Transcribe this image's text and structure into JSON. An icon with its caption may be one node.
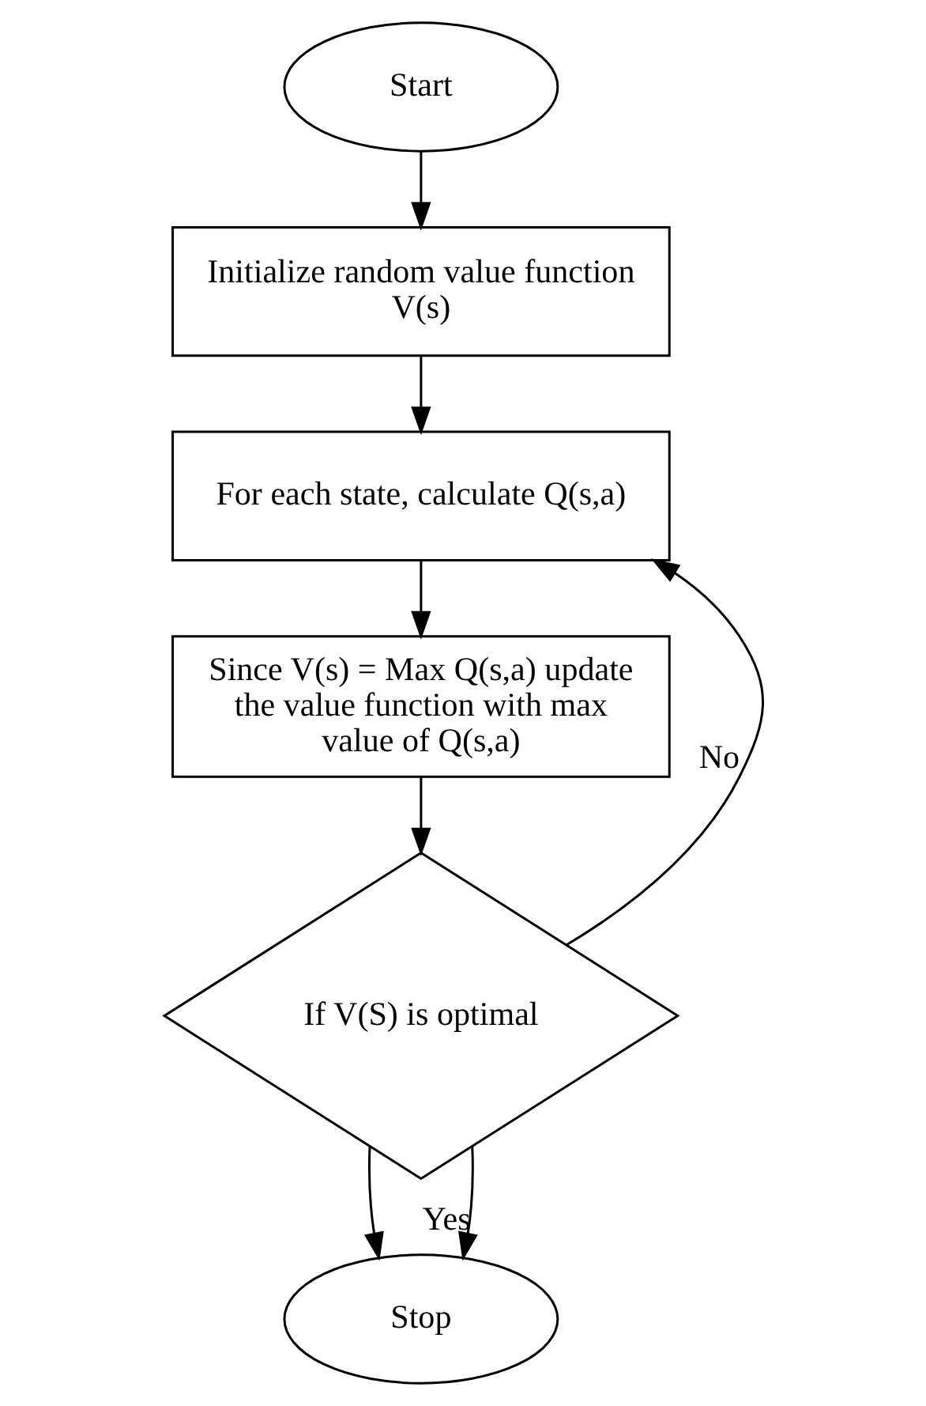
{
  "diagram": {
    "nodes": [
      {
        "text": [
          "Start"
        ]
      },
      {
        "text": [
          "Initialize random value function V(s)"
        ]
      },
      {
        "text": [
          "For each state, calculate Q(s,a)"
        ]
      },
      {
        "text": [
          "Since V(s) = Max Q(s,a) update the value function with max value of Q(s,a)"
        ]
      },
      {
        "text": [
          "If V(S) is optimal"
        ]
      },
      {
        "text": [
          "Stop"
        ]
      }
    ],
    "edges": [
      {
        "from": 0,
        "to": 1,
        "arrow": "to"
      },
      {
        "from": 1,
        "to": 2,
        "arrow": "to"
      },
      {
        "from": 2,
        "to": 3,
        "arrow": "to"
      },
      {
        "from": 3,
        "to": 4,
        "arrow": "to"
      },
      {
        "from": 4,
        "to": 2,
        "arrow": "to",
        "label": "No"
      },
      {
        "from": 4,
        "to": 5,
        "arrow": "to"
      },
      {
        "from": 4,
        "to": 5,
        "arrow": "to",
        "label": "Yes"
      }
    ]
  }
}
